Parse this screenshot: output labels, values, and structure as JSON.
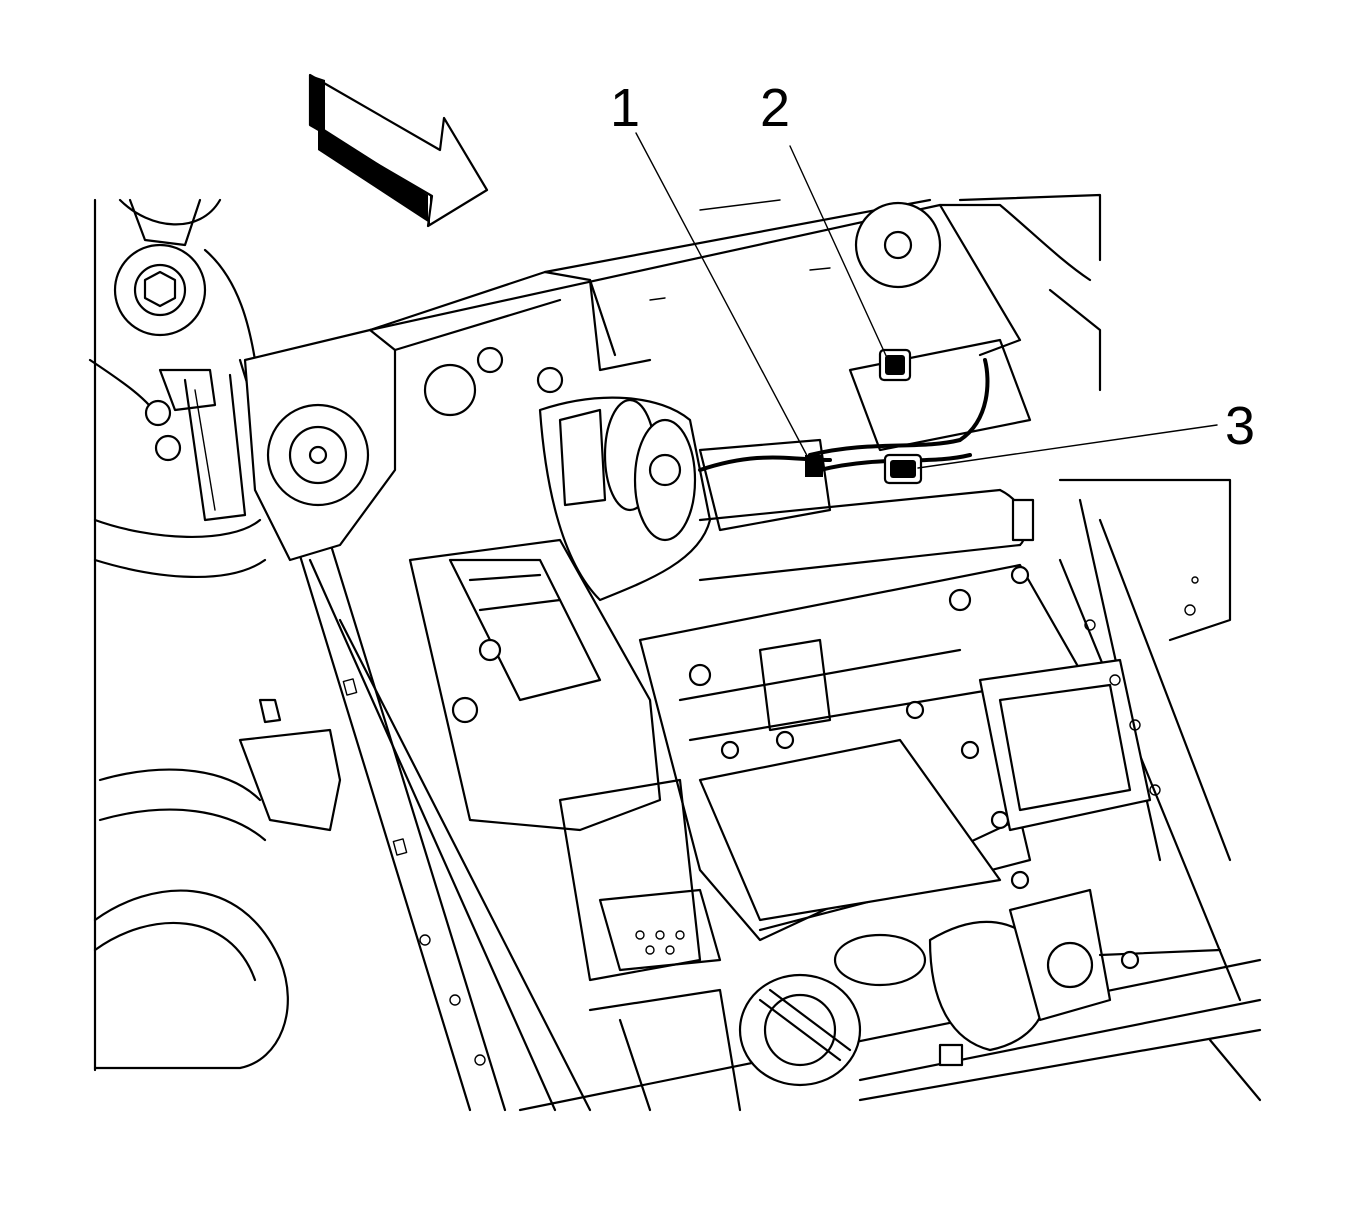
{
  "figure": {
    "callouts": [
      {
        "id": "1",
        "label": "1"
      },
      {
        "id": "2",
        "label": "2"
      },
      {
        "id": "3",
        "label": "3"
      }
    ],
    "direction_arrow": "front-direction-arrow-icon"
  }
}
